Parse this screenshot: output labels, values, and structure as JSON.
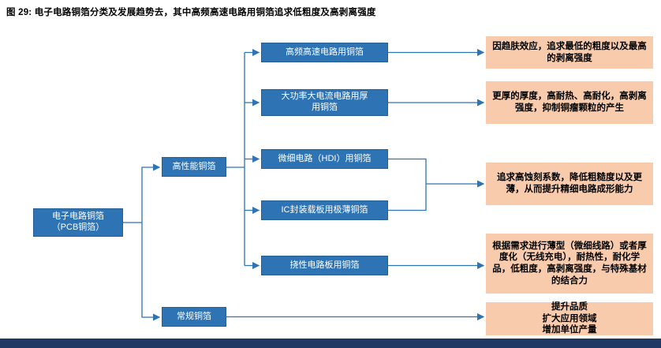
{
  "title": "图 29:  电子电路铜箔分类及发展趋势去，其中高频高速电路用铜箔追求低粗度及高剥离强度",
  "colors": {
    "node_blue": "#2E74B5",
    "desc_orange": "#F7CBAC",
    "connector": "#2E74B5",
    "footer": "#1F3864"
  },
  "nodes": {
    "root": "电子电路铜箔\n（PCB铜箔）",
    "level1": [
      {
        "label": "高性能铜箔"
      },
      {
        "label": "常规铜箔"
      }
    ],
    "level2": [
      {
        "label": "高频高速电路用铜箔"
      },
      {
        "label": "大功率大电流电路用厚\n用铜箔"
      },
      {
        "label": "微细电路（HDI）用铜箔"
      },
      {
        "label": "IC封装载板用极薄铜箔"
      },
      {
        "label": "挠性电路板用铜箔"
      }
    ]
  },
  "descriptions": [
    {
      "text": "因趋肤效应，追求最低的粗度以及最高的剥离强度"
    },
    {
      "text": "更厚的厚度，高耐热、高耐化，高剥离强度，抑制铜瘤颗粒的产生"
    },
    {
      "text": "追求高蚀刻系数，降低粗糙度以及更薄，从而提升精细电路成形能力"
    },
    {
      "text": "根据需求进行薄型（微细线路）或者厚度化（无线充电），耐热性，耐化学品，低粗度，高剥离强度，与特殊基材的结合力"
    },
    {
      "text": "提升品质\n扩大应用领域\n增加单位产量"
    }
  ]
}
